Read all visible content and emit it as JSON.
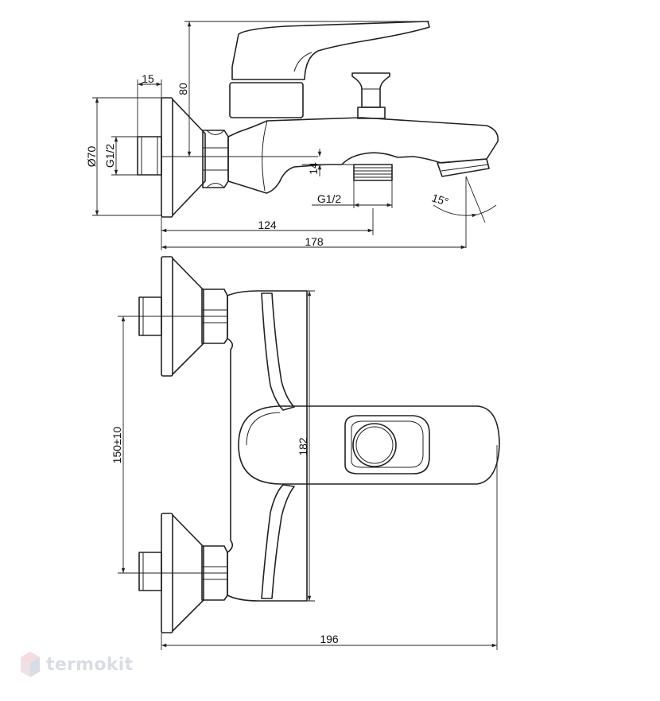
{
  "dimensions": {
    "flange_thickness": "15",
    "height_80": "80",
    "diameter": "Ø70",
    "thread_left": "G1/2",
    "dim_14": "14",
    "thread_bottom": "G1/2",
    "angle": "15°",
    "length_124": "124",
    "length_178": "178",
    "center_distance": "150±10",
    "height_182": "182",
    "length_196": "196"
  },
  "watermark": {
    "text": "termokit",
    "color": "#d9dde3",
    "accent": "#f2c7cf"
  }
}
